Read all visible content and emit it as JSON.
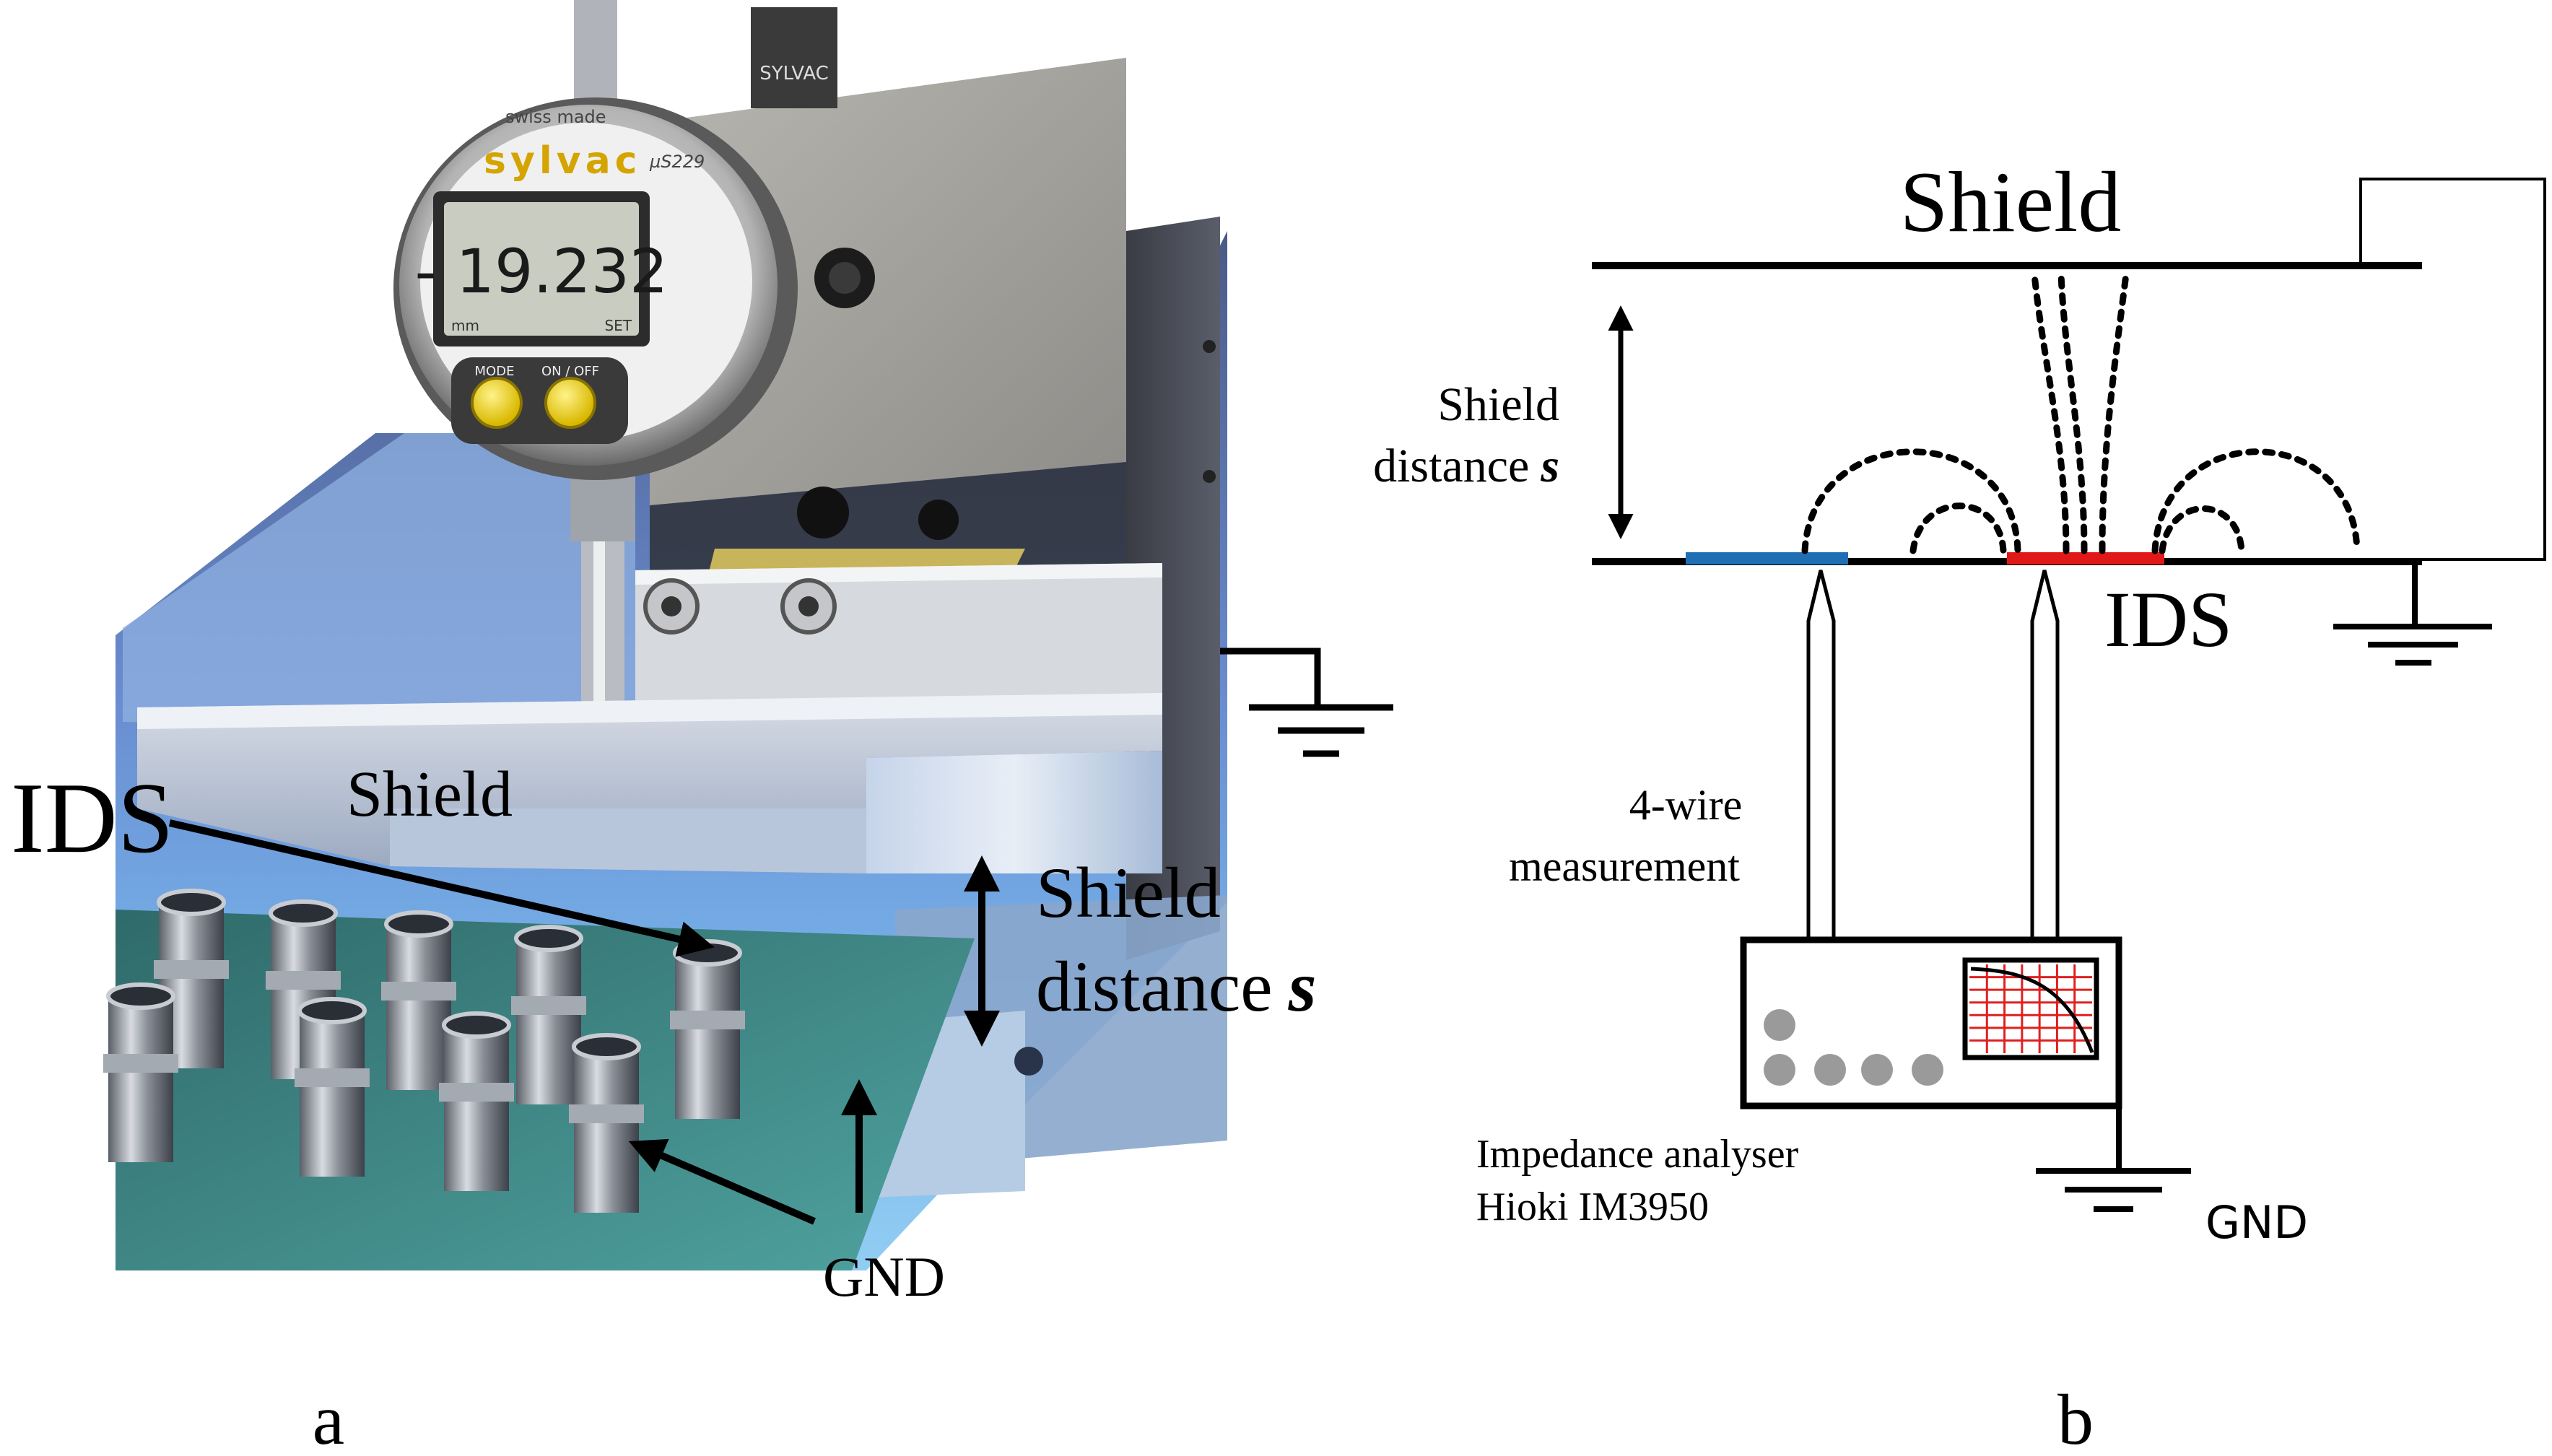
{
  "panel_a": {
    "gauge_brand": "sylvac",
    "gauge_model": "µS229",
    "gauge_swiss": "swiss made",
    "gauge_reading": "- 19.232",
    "gauge_unit": "mm",
    "gauge_set": "SET",
    "gauge_btn_mode": "MODE",
    "gauge_btn_onoff": "ON / OFF",
    "gauge_brand_top": "SYLVAC",
    "label_ids": "IDS",
    "label_shield": "Shield",
    "label_shield_distance_line1": "Shield",
    "label_shield_distance_line2": "distance",
    "label_shield_distance_var": "s",
    "label_gnd": "GND",
    "caption": "a"
  },
  "panel_b": {
    "label_shield": "Shield",
    "label_shield_distance_line1": "Shield",
    "label_shield_distance_line2": "distance",
    "label_shield_distance_var": "s",
    "label_ids": "IDS",
    "label_4wire_line1": "4-wire",
    "label_4wire_line2": "measurement",
    "label_analyser_line1": "Impedance analyser",
    "label_analyser_line2": "Hioki IM3950",
    "label_gnd": "GND",
    "caption": "b"
  },
  "colors": {
    "electrode_blue": "#1f6fb5",
    "electrode_red": "#e01818",
    "screen_grid": "#e02020",
    "led_grey": "#9a9a9a"
  }
}
